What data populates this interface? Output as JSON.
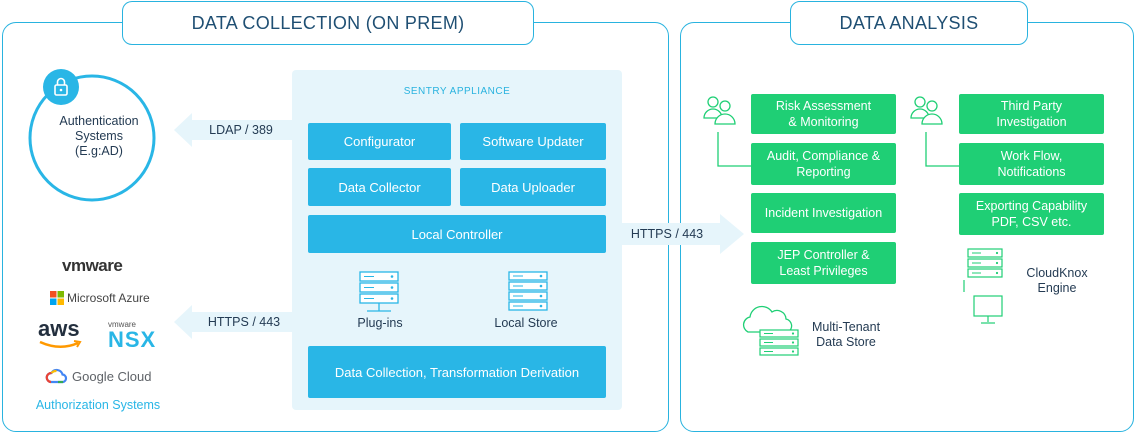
{
  "left_panel": {
    "title": "DATA COLLECTION (ON PREM)"
  },
  "right_panel": {
    "title": "DATA ANALYSIS"
  },
  "auth": {
    "line1": "Authentication",
    "line2": "Systems",
    "line3": "(E.g:AD)",
    "icon": "lock-icon"
  },
  "connections": {
    "ldap": "LDAP / 389",
    "https_auth": "HTTPS / 443",
    "https_analysis": "HTTPS / 443"
  },
  "appliance": {
    "title": "SENTRY APPLIANCE",
    "configurator": "Configurator",
    "software_updater": "Software Updater",
    "data_collector": "Data Collector",
    "data_uploader": "Data Uploader",
    "local_controller": "Local Controller",
    "plugins": "Plug-ins",
    "local_store": "Local Store",
    "pipeline": "Data Collection, Transformation Derivation"
  },
  "authorization": {
    "vmware": "vmware",
    "azure": "Microsoft Azure",
    "aws": "aws",
    "nsx_small": "vmware",
    "nsx": "NSX",
    "google": "Google Cloud",
    "label": "Authorization Systems"
  },
  "analysis": {
    "col1": [
      {
        "line1": "Risk Assessment",
        "line2": "& Monitoring"
      },
      {
        "line1": "Audit, Compliance &",
        "line2": "Reporting"
      },
      {
        "line1": "Incident Investigation",
        "line2": ""
      },
      {
        "line1": "JEP Controller &",
        "line2": "Least Privileges"
      }
    ],
    "col2": [
      {
        "line1": "Third Party",
        "line2": "Investigation"
      },
      {
        "line1": "Work Flow,",
        "line2": "Notifications"
      },
      {
        "line1": "Exporting Capability",
        "line2": "PDF, CSV etc."
      }
    ],
    "multi_tenant": {
      "line1": "Multi-Tenant",
      "line2": "Data Store"
    },
    "engine": {
      "line1": "CloudKnox",
      "line2": "Engine"
    }
  },
  "colors": {
    "accent_blue": "#29b6e6",
    "green": "#1fcf75",
    "border": "#29b3df",
    "appliance_bg": "#e6f5fb"
  }
}
